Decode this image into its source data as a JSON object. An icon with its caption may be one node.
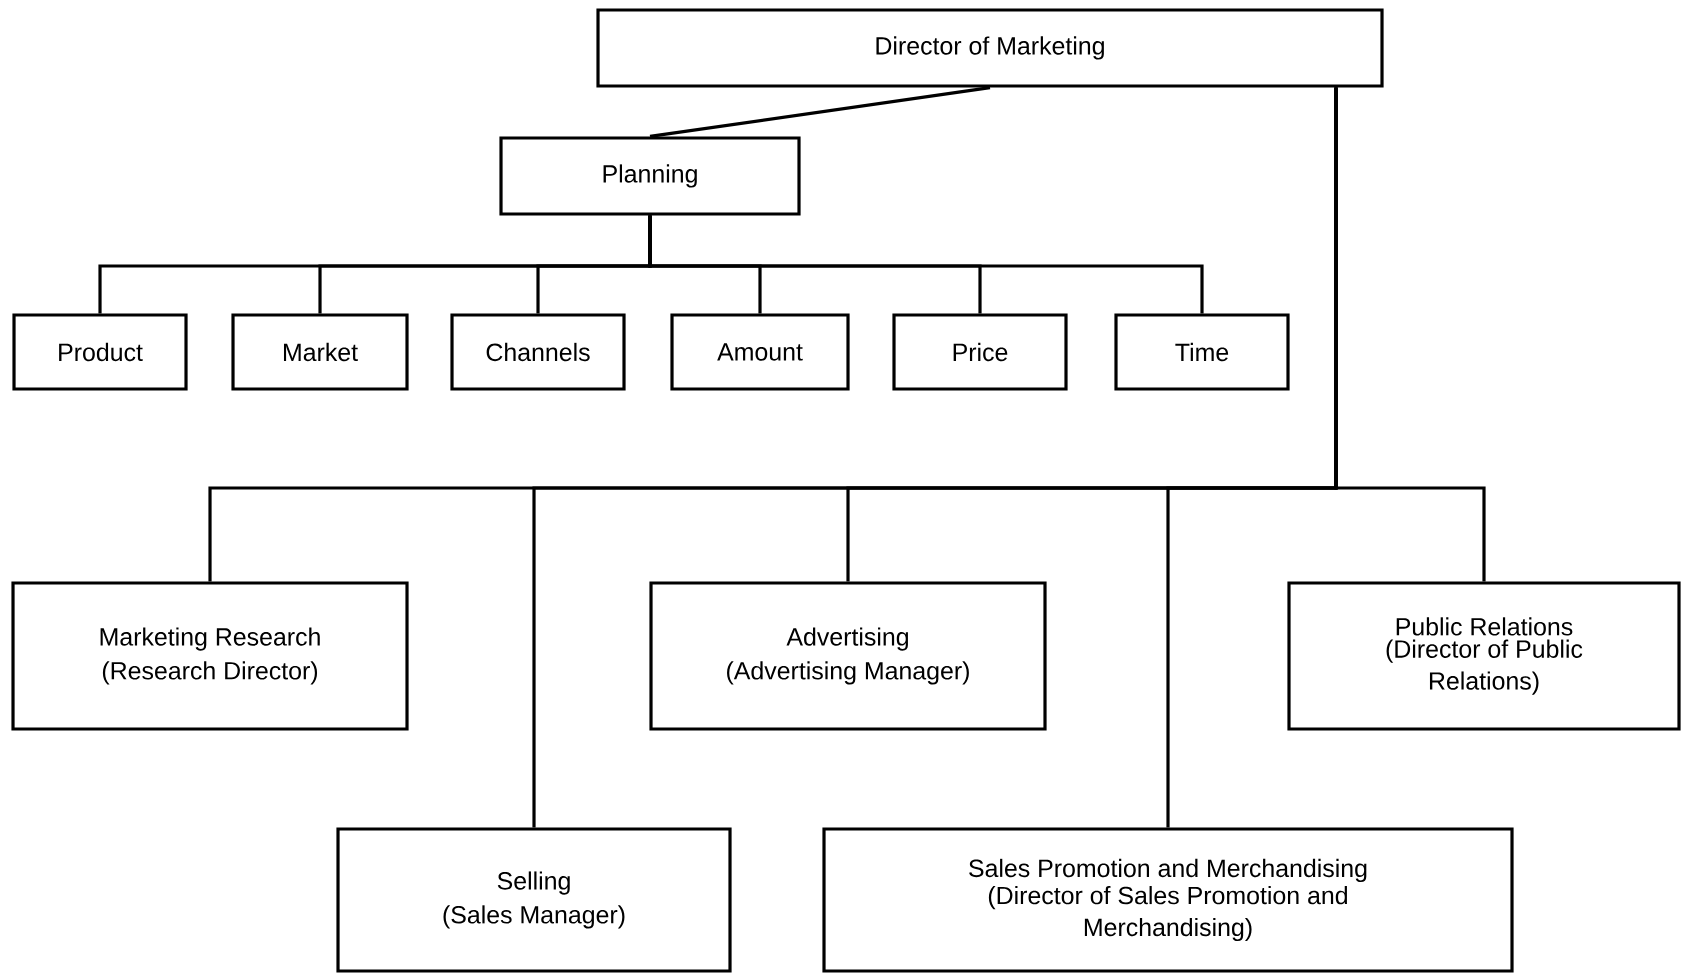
{
  "diagram": {
    "nodes": [
      {
        "text": [
          "Director of Marketing"
        ]
      },
      {
        "text": [
          "Planning"
        ]
      },
      {
        "text": [
          "Product"
        ]
      },
      {
        "text": [
          "Market"
        ]
      },
      {
        "text": [
          "Channels"
        ]
      },
      {
        "text": [
          "Amount"
        ]
      },
      {
        "text": [
          "Price"
        ]
      },
      {
        "text": [
          "Time"
        ]
      },
      {
        "text": [
          "Marketing Research",
          "(Research Director)"
        ]
      },
      {
        "text": [
          "Selling",
          "(Sales Manager)"
        ]
      },
      {
        "text": [
          "Advertising",
          "(Advertising Manager)"
        ]
      },
      {
        "text": [
          "Sales Promotion and Merchandising",
          "(Director of Sales Promotion and Merchandising)"
        ]
      },
      {
        "text": [
          "Public Relations",
          "(Director of Public Relations)"
        ]
      }
    ],
    "edges": [
      {
        "from": 0,
        "to": 1,
        "arrow": "none"
      },
      {
        "from": 1,
        "to": 2,
        "arrow": "none"
      },
      {
        "from": 1,
        "to": 3,
        "arrow": "none"
      },
      {
        "from": 1,
        "to": 4,
        "arrow": "none"
      },
      {
        "from": 1,
        "to": 5,
        "arrow": "none"
      },
      {
        "from": 1,
        "to": 6,
        "arrow": "none"
      },
      {
        "from": 1,
        "to": 7,
        "arrow": "none"
      },
      {
        "from": 0,
        "to": 8,
        "arrow": "none"
      },
      {
        "from": 0,
        "to": 9,
        "arrow": "none"
      },
      {
        "from": 0,
        "to": 10,
        "arrow": "none"
      },
      {
        "from": 0,
        "to": 11,
        "arrow": "none"
      },
      {
        "from": 0,
        "to": 12,
        "arrow": "none"
      }
    ]
  }
}
